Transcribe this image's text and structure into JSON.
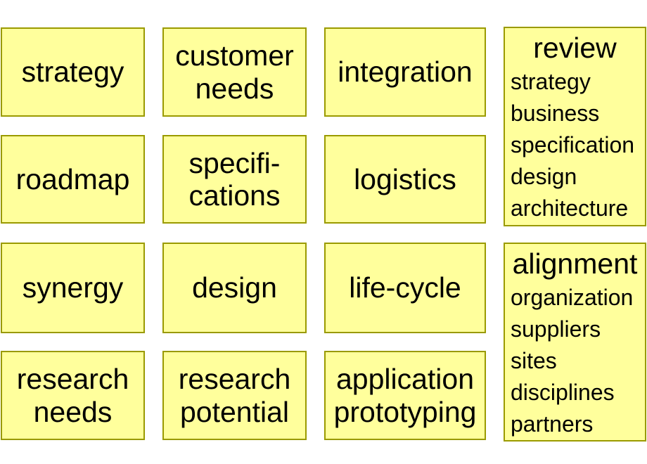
{
  "colors": {
    "page_background": "#FFFFFF",
    "box_fill": "#FFFF9C",
    "box_border": "#9A9A00",
    "text": "#000000"
  },
  "cards": [
    {
      "label": "strategy"
    },
    {
      "label": "customer\nneeds"
    },
    {
      "label": "integration"
    },
    {
      "label": "roadmap"
    },
    {
      "label": "specifi-\ncations"
    },
    {
      "label": "logistics"
    },
    {
      "label": "synergy"
    },
    {
      "label": "design"
    },
    {
      "label": "life-cycle"
    },
    {
      "label": "research\nneeds"
    },
    {
      "label": "research\npotential"
    },
    {
      "label": "application\nprototyping"
    }
  ],
  "panels": [
    {
      "title": "review",
      "items": [
        "strategy",
        "business",
        "specification",
        "design",
        "architecture"
      ]
    },
    {
      "title": "alignment",
      "items": [
        "organization",
        "suppliers",
        "sites",
        "disciplines",
        "partners"
      ]
    }
  ]
}
